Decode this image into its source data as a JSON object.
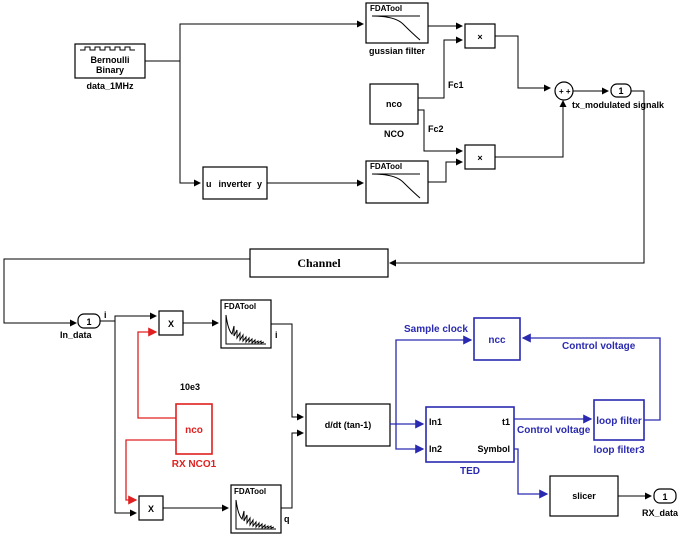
{
  "transmitter": {
    "source_label": "Bernoulli\nBinary",
    "source_caption": "data_1MHz",
    "filter1_tag": "FDATool",
    "filter1_caption": "gussian filter",
    "filter2_tag": "FDATool",
    "nco_label": "nco",
    "nco_caption": "NCO",
    "fc1": "Fc1",
    "fc2": "Fc2",
    "multiply": "×",
    "inverter_in": "u",
    "inverter_label": "inverter",
    "inverter_out": "y",
    "sum_signs": "+ +",
    "out_port": "1",
    "out_caption": "tx_modulated signalk"
  },
  "channel_label": "Channel",
  "receiver": {
    "in_port": "1",
    "in_caption": "In_data",
    "in_i": "i",
    "mult_label": "X",
    "filter_tag": "FDATool",
    "i_label": "i",
    "q_label": "q",
    "nco_value": "10e3",
    "nco_label": "nco",
    "nco_caption": "RX NCO1",
    "dtan_label": "d/dt (tan-1)",
    "ted_in1": "In1",
    "ted_in2": "In2",
    "ted_t1": "t1",
    "ted_symbol": "Symbol",
    "ted_caption": "TED",
    "sample_clock": "Sample clock",
    "ncc_label": "ncc",
    "control_voltage_top": "Control voltage",
    "control_voltage_mid": "Control voltage",
    "loop_filter_label": "loop filter",
    "loop_filter_caption": "loop filter3",
    "slicer_label": "slicer",
    "out_port": "1",
    "out_caption": "RX_data"
  },
  "colors": {
    "blue": "#2a2ab0",
    "red": "#e02020",
    "black": "#000000"
  }
}
